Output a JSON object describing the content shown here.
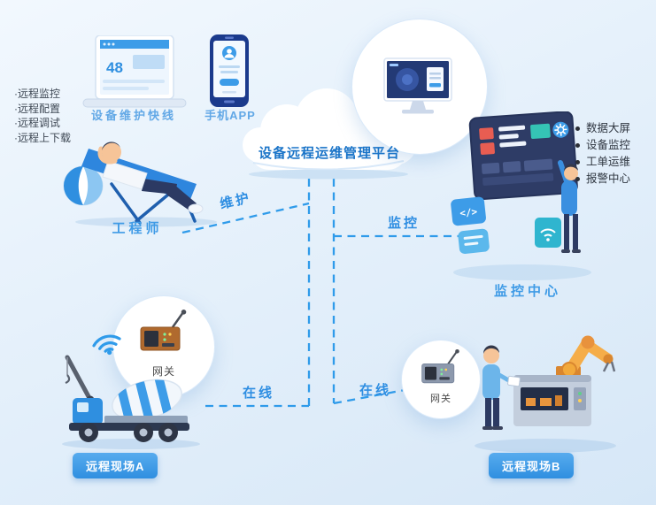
{
  "colors": {
    "accent": "#2f8fe0",
    "dashed_line": "#2f9bea",
    "link_label": "#2e8ee2",
    "light_label": "#62a8e6",
    "cloud_title": "#1a74c8",
    "badge_top": "#57abee",
    "badge_bottom": "#2f8fe0",
    "background_top": "#f2f8fe",
    "background_bottom": "#d6e7f7"
  },
  "top_left": {
    "laptop_label": "设备维护快线",
    "laptop_screen_text": "48",
    "phone_label": "手机APP",
    "features": [
      "·远程监控",
      "·远程配置",
      "·远程调试",
      "·远程上下载"
    ]
  },
  "cloud": {
    "title": "设备远程运维管理平台"
  },
  "engineer": {
    "label": "工程师"
  },
  "monitoring": {
    "label": "监控中心",
    "code_glyph": "</>",
    "features": [
      "数据大屏",
      "设备监控",
      "工单运维",
      "报警中心"
    ]
  },
  "connections": {
    "maintenance": "维护",
    "monitor": "监控",
    "online_left": "在线",
    "online_right": "在线"
  },
  "site_a": {
    "gateway_label": "网关",
    "badge": "远程现场A"
  },
  "site_b": {
    "gateway_label": "网关",
    "badge": "远程现场B"
  }
}
